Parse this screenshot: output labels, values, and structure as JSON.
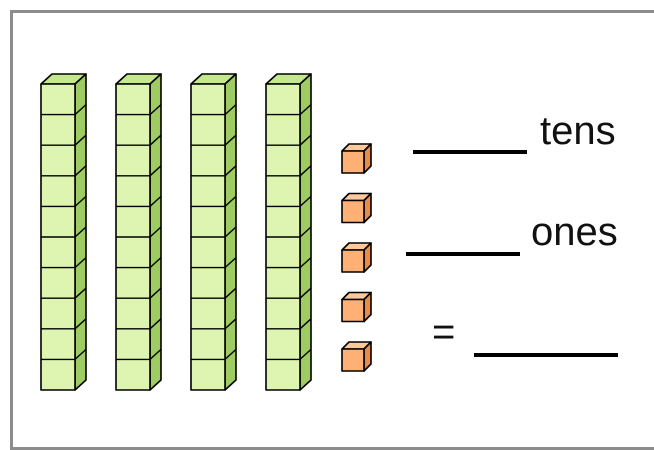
{
  "worksheet": {
    "tens_rods": 4,
    "rod_units": 10,
    "ones_cubes": 5,
    "colors": {
      "tens_front": "#ddf5b0",
      "tens_top": "#c4e88c",
      "tens_side": "#9fcc62",
      "ones_front": "#ffb074",
      "ones_top": "#ffc99c",
      "ones_side": "#e88c48",
      "frame": "#8c8c8c"
    },
    "tens_label": "tens",
    "ones_label": "ones",
    "equals_sign": "="
  }
}
